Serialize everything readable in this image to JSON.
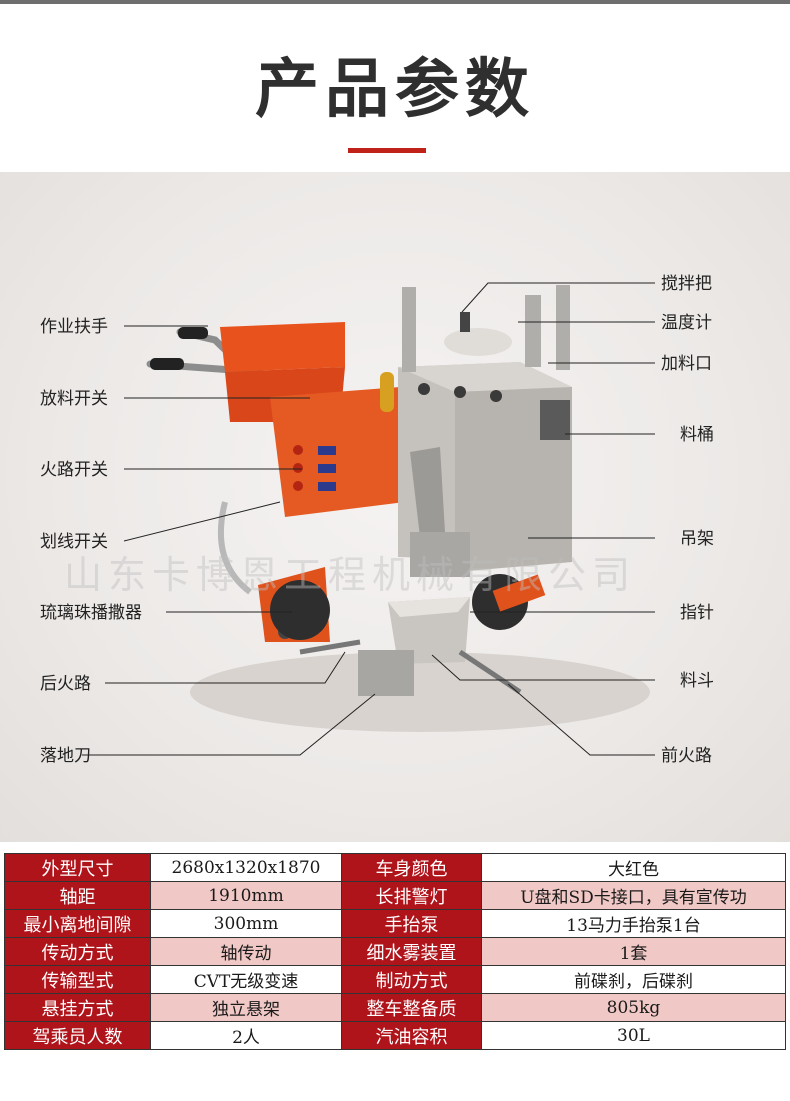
{
  "page": {
    "title": "产品参数",
    "watermark": "山东卡博恩工程机械有限公司"
  },
  "colors": {
    "accent": "#c0221a",
    "table_key_bg": "#b0141b",
    "table_alt_bg": "#f0c8c5",
    "machine_orange": "#e8521d"
  },
  "callouts": {
    "left": [
      "作业扶手",
      "放料开关",
      "火路开关",
      "划线开关",
      "琉璃珠播撒器",
      "后火路",
      "落地刀"
    ],
    "right": [
      "搅拌把",
      "温度计",
      "加料口",
      "料桶",
      "吊架",
      "指针",
      "料斗",
      "前火路"
    ]
  },
  "specs": [
    {
      "k1": "外型尺寸",
      "v1": "2680x1320x1870",
      "k2": "车身颜色",
      "v2": "大红色"
    },
    {
      "k1": "轴距",
      "v1": "1910mm",
      "k2": "长排警灯",
      "v2": "U盘和SD卡接口，具有宣传功"
    },
    {
      "k1": "最小离地间隙",
      "v1": "300mm",
      "k2": "手抬泵",
      "v2": "13马力手抬泵1台"
    },
    {
      "k1": "传动方式",
      "v1": "轴传动",
      "k2": "细水雾装置",
      "v2": "1套"
    },
    {
      "k1": "传输型式",
      "v1": "CVT无级变速",
      "k2": "制动方式",
      "v2": "前碟刹，后碟刹"
    },
    {
      "k1": "悬挂方式",
      "v1": "独立悬架",
      "k2": "整车整备质",
      "v2": "805kg"
    },
    {
      "k1": "驾乘员人数",
      "v1": "2人",
      "k2": "汽油容积",
      "v2": "30L"
    }
  ]
}
